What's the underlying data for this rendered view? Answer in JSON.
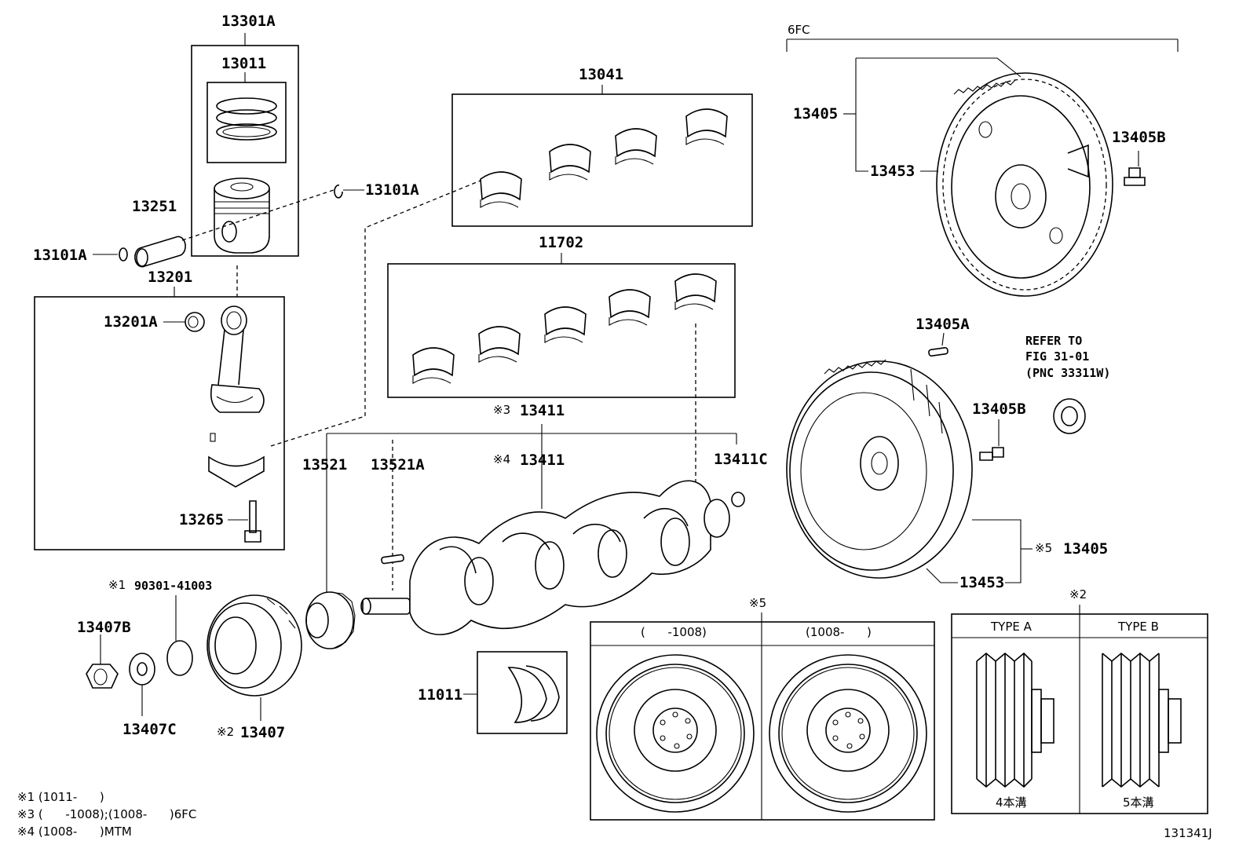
{
  "diagram": {
    "figure_code": "131341J",
    "labels": {
      "kit_13301A": "13301A",
      "rings_13011": "13011",
      "bearings_13041": "13041",
      "bearings_11702": "11702",
      "snap_ring_13101A_right": "13101A",
      "snap_ring_13101A_left": "13101A",
      "pin_13251": "13251",
      "rod_13201": "13201",
      "bushing_13201A": "13201A",
      "bolt_13265": "13265",
      "note3_crankshaft_13411": "13411",
      "note4_crankshaft_13411": "13411",
      "gear_13521": "13521",
      "key_13521A": "13521A",
      "bearing_13411C": "13411C",
      "washer_11011": "11011",
      "oring_90301": "90301-41003",
      "nut_13407B": "13407B",
      "washer_13407C": "13407C",
      "pulley_13407": "13407",
      "flywheel_13405_top": "13405",
      "flywheel_sub_13453_top": "13453",
      "bolt_13405B_top": "13405B",
      "pin_13405A": "13405A",
      "bolt_13405B_mid": "13405B",
      "flywheel_13405_bottom": "13405",
      "flywheel_sub_13453_bottom": "13453"
    },
    "marks": {
      "m1": "※1",
      "m2_pulley": "※2",
      "m3": "※3",
      "m4": "※4",
      "m5_flywheel": "※5",
      "m5_box": "※5",
      "m2_box": "※2"
    },
    "group_6fc": "6FC",
    "refer": {
      "line1": "REFER TO",
      "line2": "FIG 31-01",
      "line3": "(PNC 33311W)"
    },
    "variant_box_5": {
      "left_header": "(      -1008)",
      "right_header": "(1008-      )"
    },
    "variant_box_2": {
      "left_header": "TYPE A",
      "right_header": "TYPE B",
      "left_caption": "4本溝",
      "right_caption": "5本溝"
    },
    "footnotes": {
      "f1": "※1 (1011-      )",
      "f3": "※3 (      -1008);(1008-      )6FC",
      "f4": "※4 (1008-      )MTM"
    }
  }
}
